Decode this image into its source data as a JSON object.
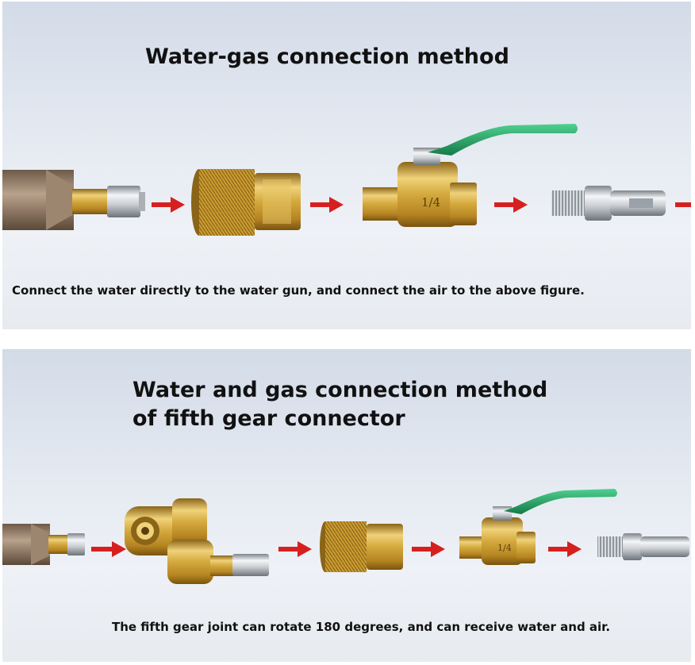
{
  "sections": [
    {
      "title": "Water-gas connection method",
      "caption": "Connect the water directly to the water gun, and connect the air to the above figure."
    },
    {
      "title_line1": "Water and gas connection method",
      "title_line2": "of fifth gear connector",
      "caption": "The fifth gear joint can rotate 180 degrees, and can receive water and air."
    }
  ],
  "valve_marking": "1/4",
  "colors": {
    "arrow": "#d62020",
    "brass": "#c9a13a",
    "valve_handle": "#2aa56a",
    "panel_bg": "#e3e8f0"
  },
  "icons": [
    "gun-tube-icon",
    "quick-disconnect-plug-icon",
    "female-coupler-icon",
    "ball-valve-icon",
    "air-plug-icon",
    "swivel-connector-icon",
    "arrow-right-icon"
  ]
}
